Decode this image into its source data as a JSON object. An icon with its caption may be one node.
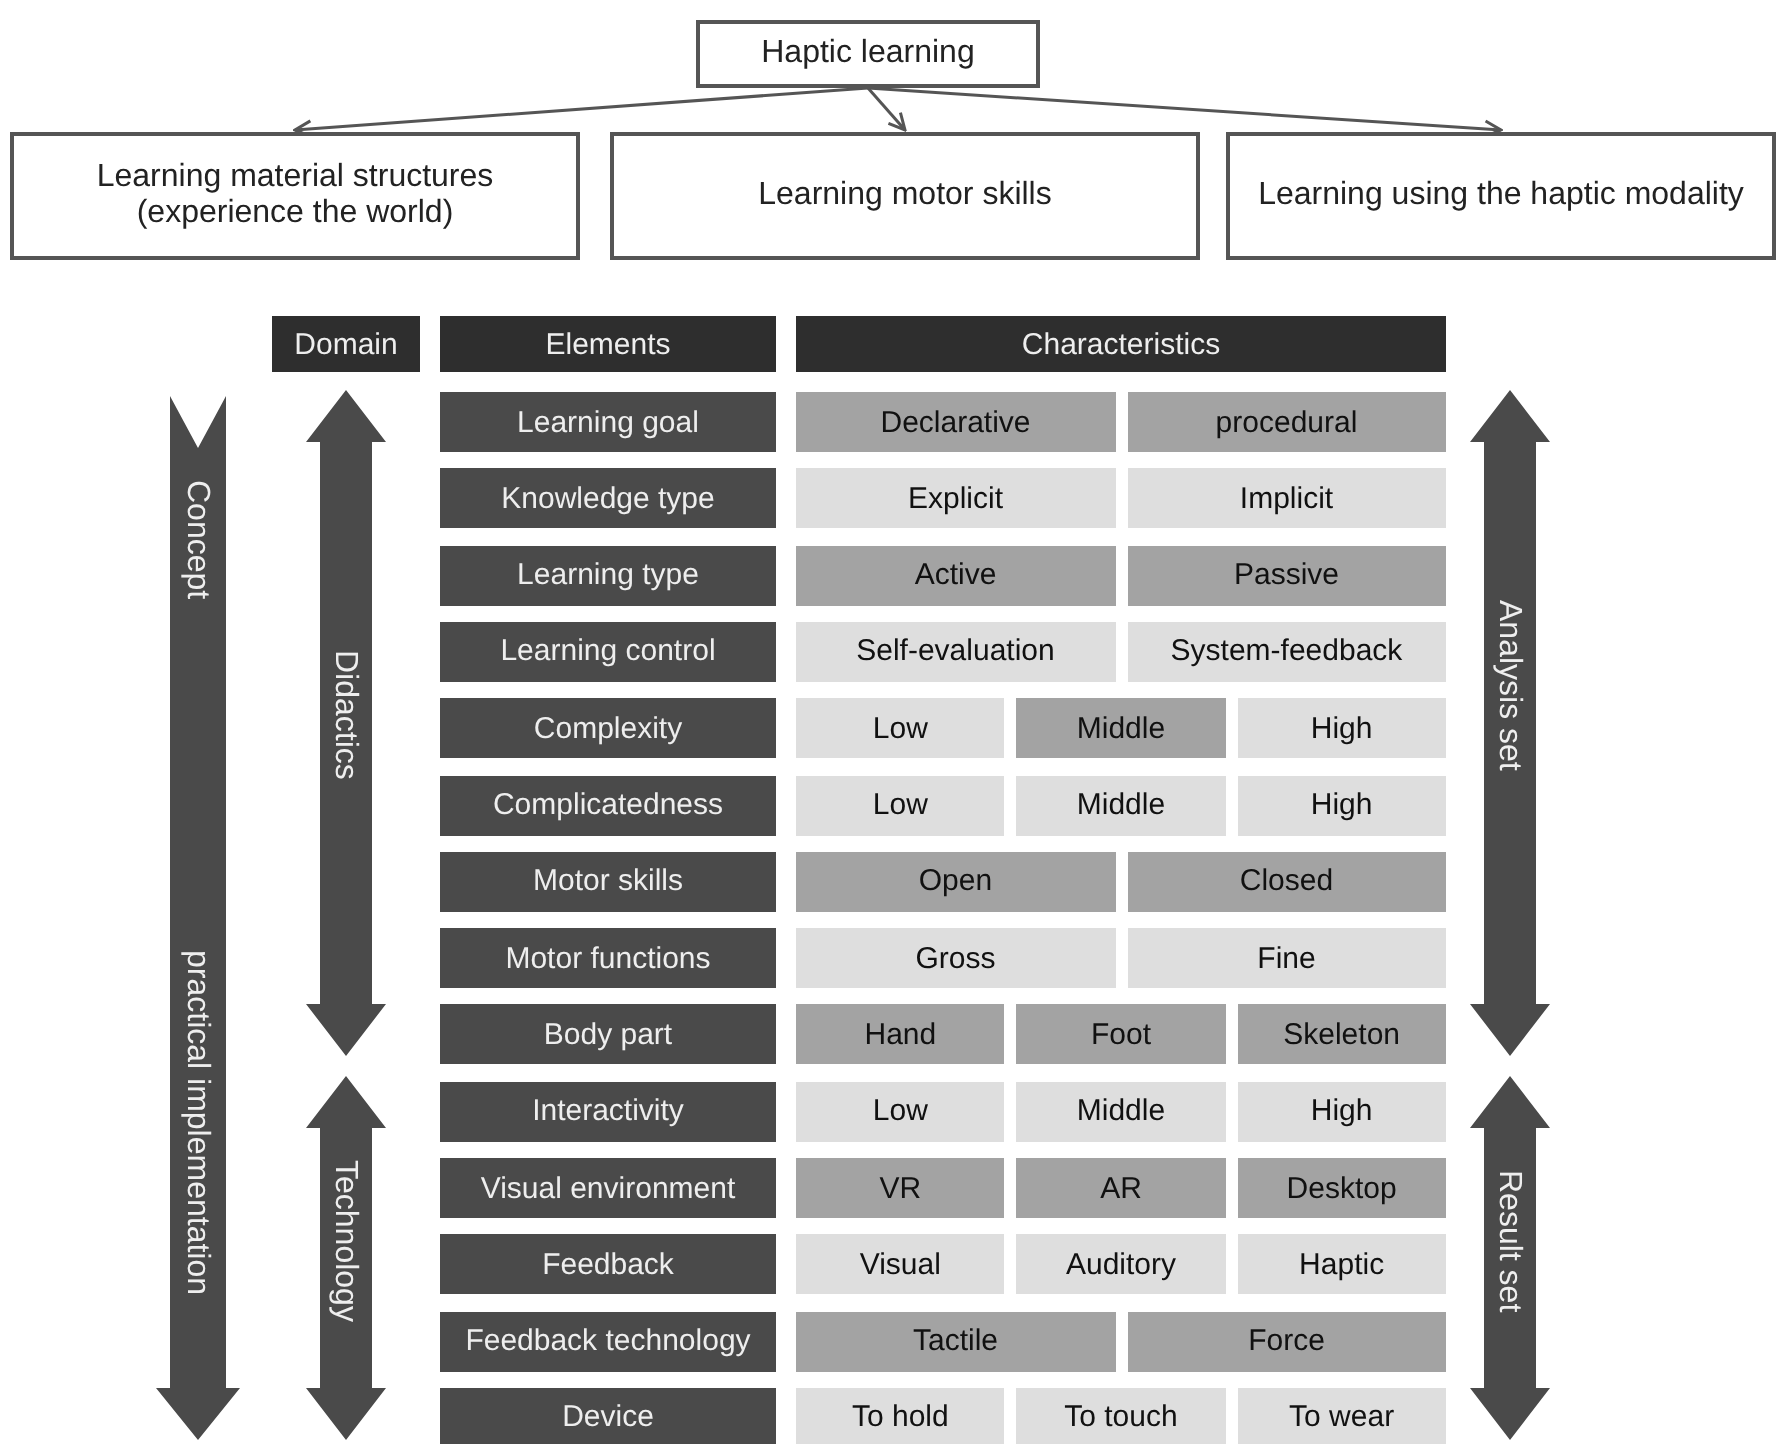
{
  "diagram": {
    "nodes": [
      {
        "text": [
          "Haptic learning"
        ]
      },
      {
        "text": [
          "Learning material structures (experience the world)"
        ]
      },
      {
        "text": [
          "Learning motor skills"
        ]
      },
      {
        "text": [
          "Learning using the haptic modality"
        ]
      }
    ],
    "edges": [
      {
        "from": 0,
        "to": 1,
        "arrow": "to"
      },
      {
        "from": 0,
        "to": 2,
        "arrow": "to"
      },
      {
        "from": 0,
        "to": 3,
        "arrow": "to"
      }
    ],
    "labels": [
      "Domain",
      "Elements",
      "Characteristics",
      "Concept",
      "practical implementation",
      "Didactics",
      "Technology",
      "Analysis set",
      "Result set",
      "Learning goal",
      "Declarative",
      "procedural",
      "Knowledge type",
      "Explicit",
      "Implicit",
      "Learning type",
      "Active",
      "Passive",
      "Learning control",
      "Self-evaluation",
      "System-feedback",
      "Complexity",
      "Low",
      "Middle",
      "High",
      "Complicatedness",
      "Low",
      "Middle",
      "High",
      "Motor skills",
      "Open",
      "Closed",
      "Motor functions",
      "Gross",
      "Fine",
      "Body part",
      "Hand",
      "Foot",
      "Skeleton",
      "Interactivity",
      "Low",
      "Middle",
      "High",
      "Visual environment",
      "VR",
      "AR",
      "Desktop",
      "Feedback",
      "Visual",
      "Auditory",
      "Haptic",
      "Feedback technology",
      "Tactile",
      "Force",
      "Device",
      "To hold",
      "To touch",
      "To wear"
    ]
  }
}
